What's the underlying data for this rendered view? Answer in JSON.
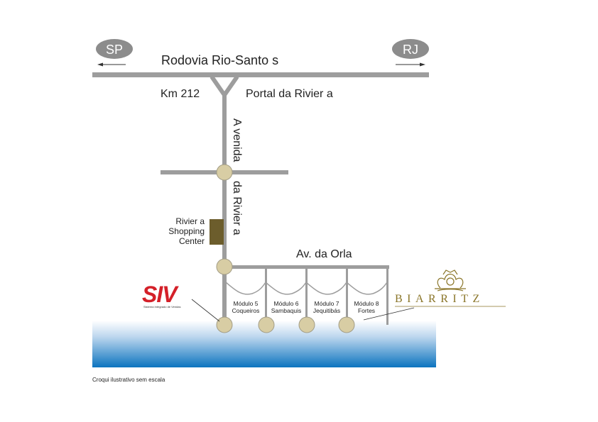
{
  "badges": {
    "left": "SP",
    "right": "RJ"
  },
  "roads": {
    "highway": "Rodovia Rio-Santo s",
    "km": "Km 212",
    "portal": "Portal da Rivier a",
    "avenue_part1": "A venida",
    "avenue_part2": "da Rivier a",
    "orla": "Av. da Orla"
  },
  "shopping": {
    "line1": "Rivier a",
    "line2": "Shopping",
    "line3": "Center"
  },
  "modules": [
    {
      "line1": "Módulo 5",
      "line2": "Coqueiros"
    },
    {
      "line1": "Módulo 6",
      "line2": "Sambaquis"
    },
    {
      "line1": "Módulo 7",
      "line2": "Jequitibás"
    },
    {
      "line1": "Módulo 8",
      "line2": "Fortes"
    }
  ],
  "siv": {
    "logo": "SIV",
    "tagline": "Sistema Integrado de Vendas"
  },
  "biarritz": {
    "name": "BIARRITZ"
  },
  "footnote": "Croqui ilustrativo sem escala",
  "colors": {
    "road": "#9d9d9d",
    "node": "#d8cda4",
    "node_stroke": "#a39d86",
    "badge": "#8c8c8c",
    "shopping": "#6c5d2c",
    "siv_red": "#d42029",
    "gold": "#8a7528",
    "sea_top": "#ffffff",
    "sea_bottom": "#0c74bf"
  }
}
